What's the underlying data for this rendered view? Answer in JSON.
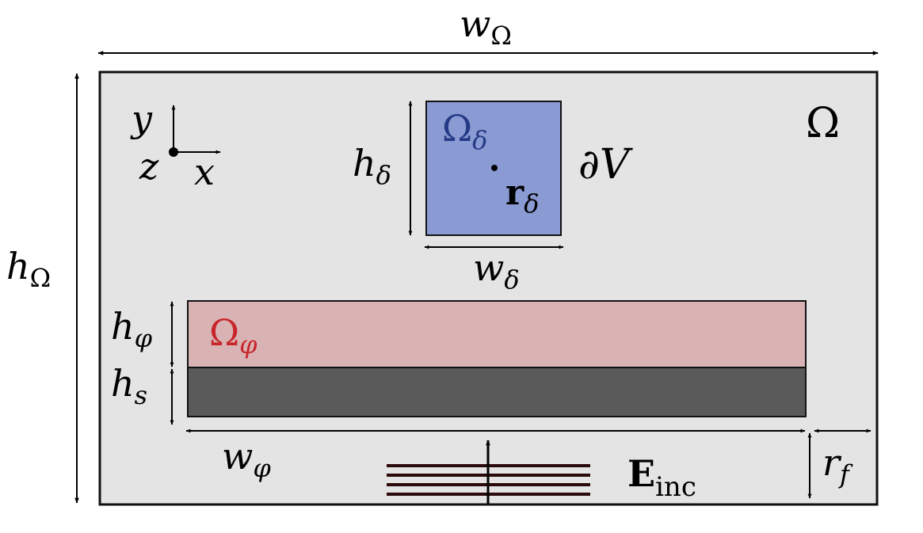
{
  "colors": {
    "domain_fill": "#e4e4e4",
    "domain_stroke": "#111111",
    "delta_fill": "#8a9ad3",
    "delta_label": "#243a85",
    "phi_fill": "#d9b3b4",
    "phi_label": "#c8262a",
    "substrate_fill": "#5a5a5a",
    "wave_lines": "#2a0a0a"
  },
  "labels": {
    "w_omega": {
      "base": "w",
      "sub": "Ω"
    },
    "h_omega": {
      "base": "h",
      "sub": "Ω"
    },
    "omega": "Ω",
    "axes": {
      "y": "y",
      "z": "z",
      "x": "x"
    },
    "h_delta": {
      "base": "h",
      "sub": "δ"
    },
    "omega_delta": {
      "base": "Ω",
      "sub": "δ"
    },
    "r_delta": {
      "base": "r",
      "sub": "δ"
    },
    "dV": "∂V",
    "w_delta": {
      "base": "w",
      "sub": "δ"
    },
    "h_phi": {
      "base": "h",
      "sub": "φ"
    },
    "omega_phi": {
      "base": "Ω",
      "sub": "φ"
    },
    "h_s": {
      "base": "h",
      "sub": "s"
    },
    "w_phi": {
      "base": "w",
      "sub": "φ"
    },
    "r_f": {
      "base": "r",
      "sub": "f"
    },
    "e_inc": {
      "base": "E",
      "sub": "inc"
    }
  }
}
